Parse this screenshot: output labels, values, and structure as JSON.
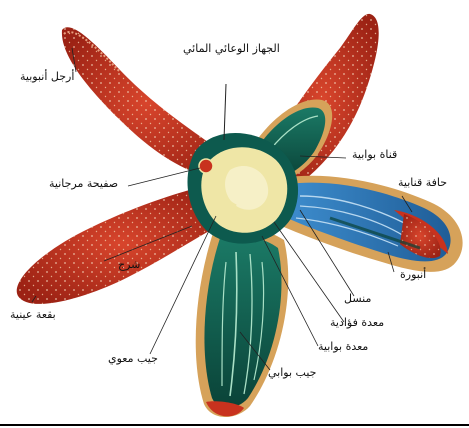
{
  "labels": {
    "water_vascular_system": "الجهاز الوعائي المائي",
    "tube_feet": "أرجل أنبوبية",
    "madreporite": "صفيحة مرجانية",
    "anus": "شرج",
    "eyespot": "بقعة عينية",
    "intestinal_caeca": "جيب معوي",
    "pyloric_caeca": "جيب بوابي",
    "pyloric_stomach": "معدة بوابية",
    "cardiac_stomach": "معدة فؤادية",
    "gonad": "منسل",
    "ampulla": "أنبورة",
    "radial_canal_edge": "حافة قنابية",
    "pyloric_duct": "قناة بوابية"
  },
  "colors": {
    "arm_red": "#c8321e",
    "arm_dark": "#8e1a10",
    "gland_green": "#0d5a4e",
    "caeca_blue": "#2f78b5",
    "stomach_cream": "#efe6a6",
    "border_tan": "#d6a25a"
  }
}
